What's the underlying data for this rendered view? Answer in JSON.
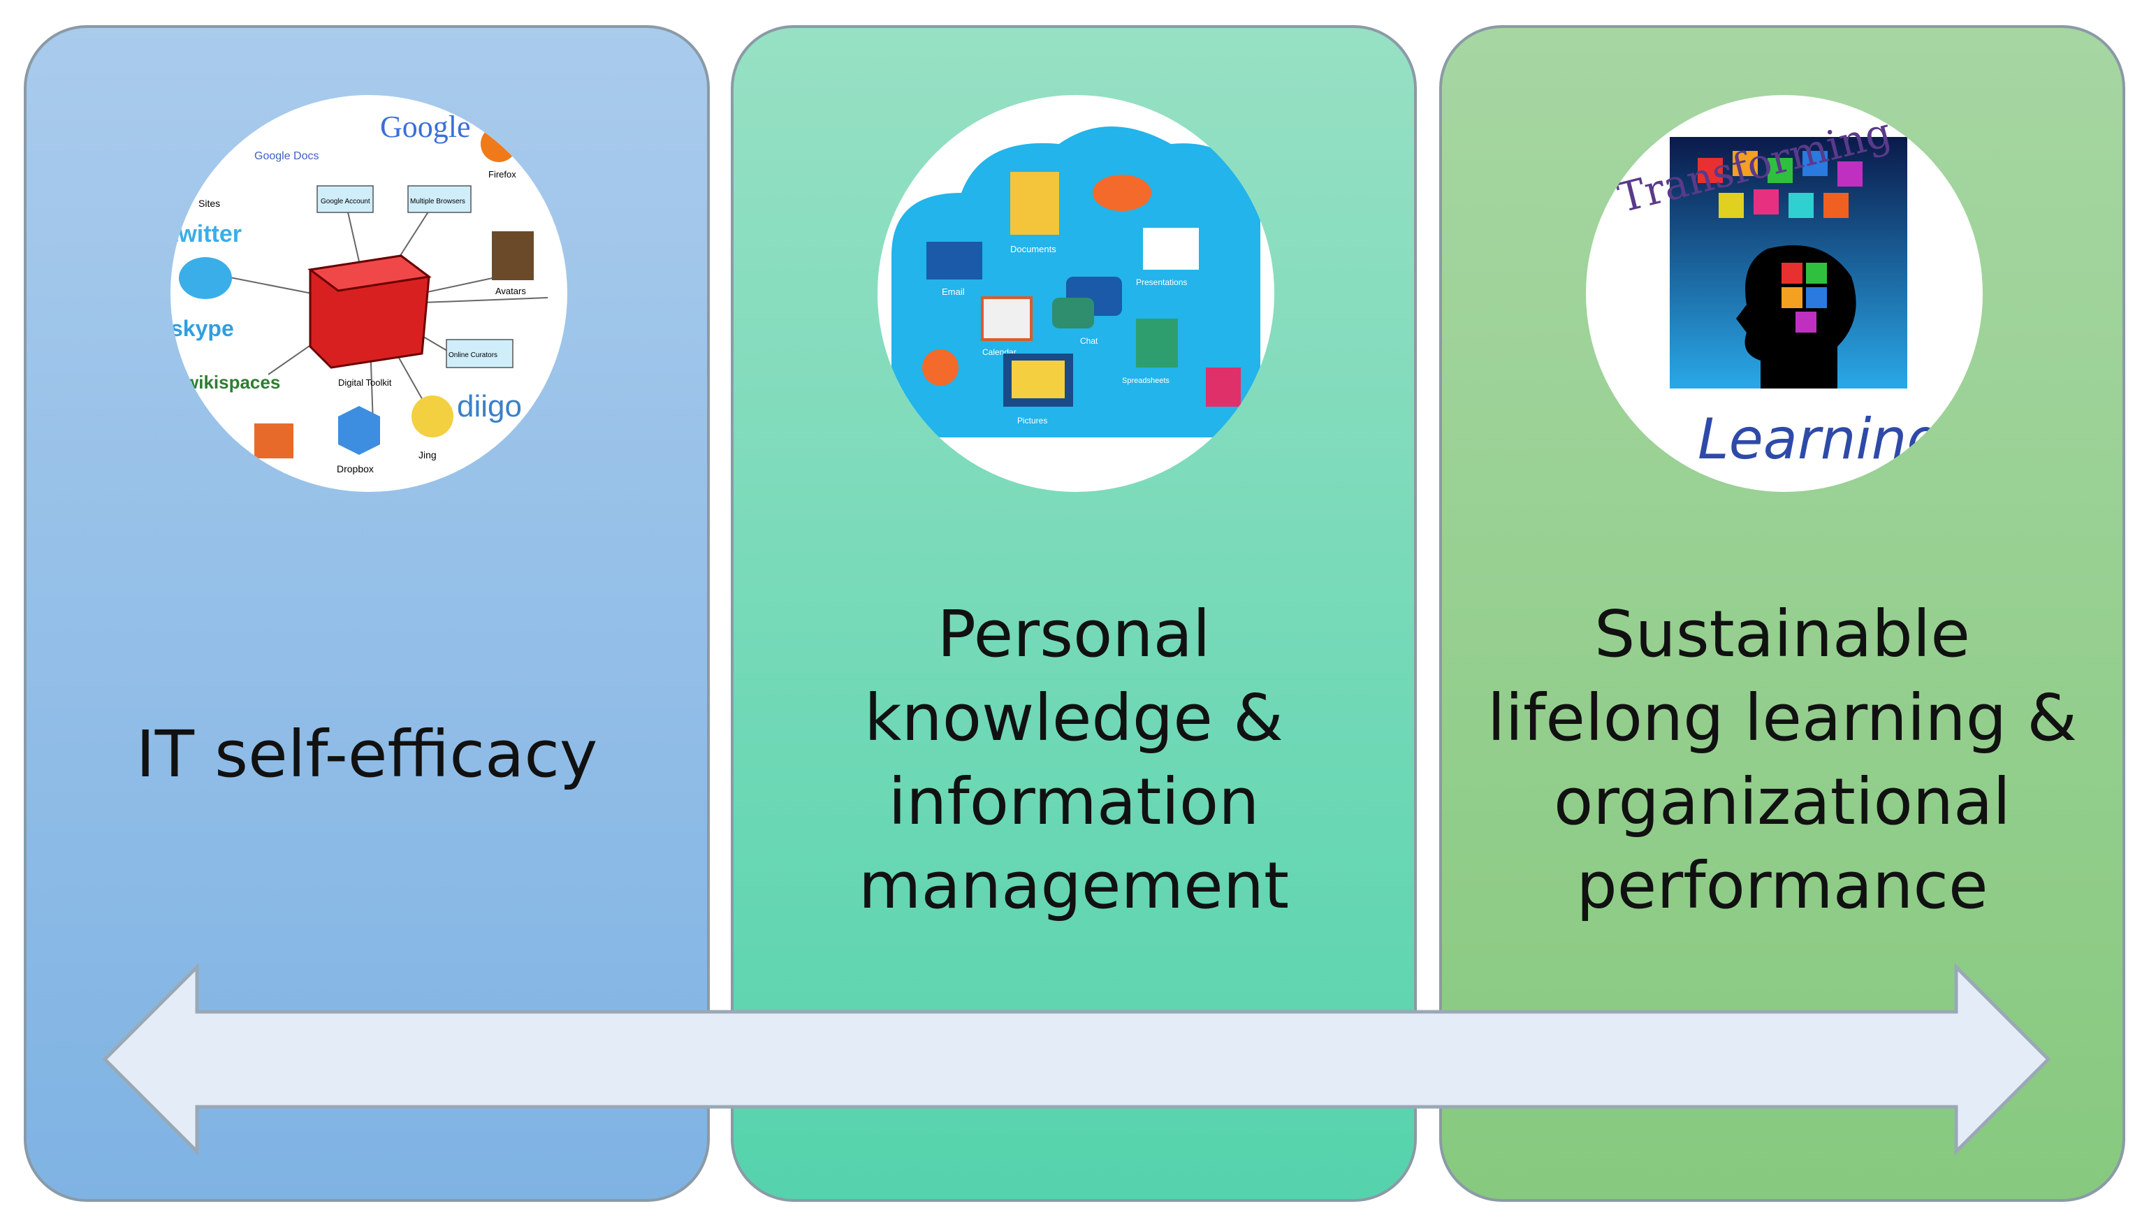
{
  "panels": [
    {
      "label": "IT self-efficacy",
      "color": "#9fc5ea",
      "image": "digital-toolkit-icon"
    },
    {
      "label": "Personal\nknowledge &\ninformation\nmanagement",
      "color": "#7fdcbc",
      "image": "cloud-apps-icon"
    },
    {
      "label": "Sustainable\nlifelong learning &\norganizational\nperformance",
      "color": "#9ad293",
      "image": "transforming-learning-icon"
    }
  ],
  "toolkit_text": {
    "google": "Google",
    "google_docs": "Google Docs",
    "google_account": "Google Account",
    "multiple_browsers": "Multiple Browsers",
    "firefox": "Firefox",
    "sites": "Sites",
    "twitter": "twitter",
    "avatars": "Avatars",
    "skype": "skype",
    "digital_toolkit": "Digital Toolkit",
    "online_curators": "Online Curators",
    "wikispaces": "wikispaces",
    "diigo": "diigo",
    "jing": "Jing",
    "dropbox": "Dropbox"
  },
  "cloud_text": {
    "documents": "Documents",
    "email": "Email",
    "calendar": "Calendar",
    "chat": "Chat",
    "presentations": "Presentations",
    "spreadsheets": "Spreadsheets",
    "pictures": "Pictures"
  },
  "learning_text": {
    "top": "Transforming",
    "bottom": "Learning"
  },
  "arrow": {
    "fill": "#e4edf7",
    "stroke": "#9aa8b6",
    "direction": "bidirectional"
  }
}
